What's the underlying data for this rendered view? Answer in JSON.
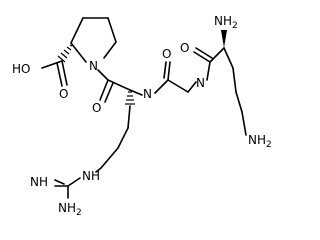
{
  "molecule": {
    "atoms": {
      "n_pro": "N",
      "o_pro_carbonyl": "O",
      "oh_acid": "HO",
      "o_acid": "O",
      "nh_arg_gly": "N",
      "o_gly": "O",
      "nh_gly_lys": "N",
      "nh2_alpha_lys_n": "NH",
      "nh2_alpha_lys_sub": "2",
      "o_lys": "O",
      "nh2_eps_lys_n": "NH",
      "nh2_eps_lys_sub": "2",
      "nh_guan": "NH",
      "nh_imine": "NH",
      "nh2_guan_n": "NH",
      "nh2_guan_sub": "2"
    }
  }
}
